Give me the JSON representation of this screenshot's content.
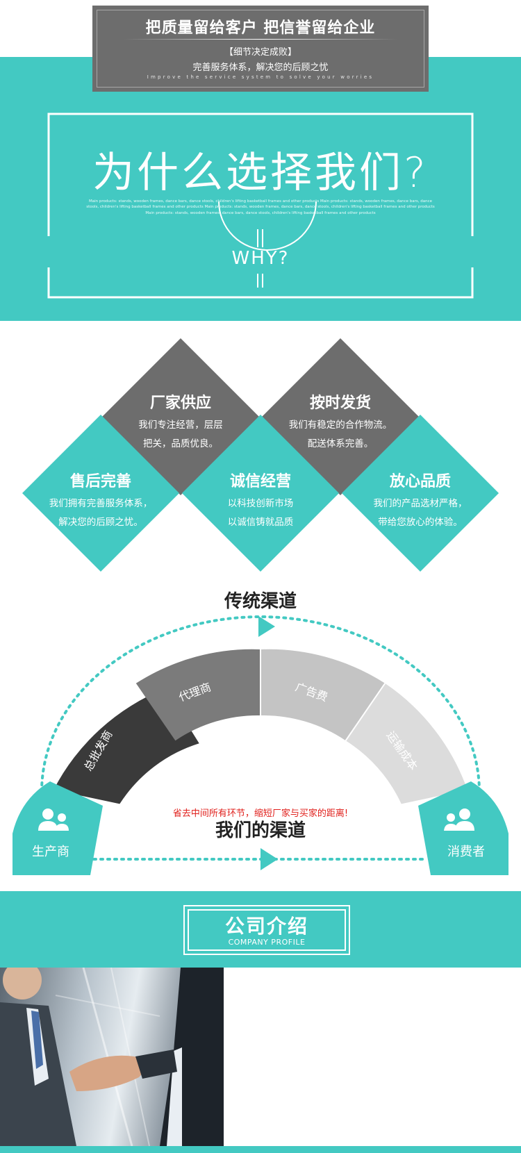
{
  "header": {
    "title": "把质量留给客户 把信誉留给企业",
    "subtitle": "【细节决定成败】",
    "slogan": "完善服务体系，解决您的后顾之忧",
    "slogan_en": "Improve the service system to solve your worries"
  },
  "why": {
    "title": "为什么选择我们?",
    "small_text": "Main products: stands, wooden frames, dance bars, dance stools, children's lifting basketball frames and other products Main products: stands, wooden frames, dance bars, dance stools, children's lifting basketball frames and other products Main products: stands, wooden frames, dance bars, dance stools, children's lifting basketball frames and other products Main products: stands, wooden frames, dance bars, dance stools, children's lifting basketball frames and other products",
    "word": "WHY?"
  },
  "features": [
    {
      "title": "厂家供应",
      "line1": "我们专注经营，层层",
      "line2": "把关，品质优良。",
      "color": "#6d6d6d"
    },
    {
      "title": "按时发货",
      "line1": "我们有稳定的合作物流。",
      "line2": "配送体系完善。",
      "color": "#6d6d6d"
    },
    {
      "title": "售后完善",
      "line1": "我们拥有完善服务体系，",
      "line2": "解决您的后顾之忧。",
      "color": "#43c9c2"
    },
    {
      "title": "诚信经营",
      "line1": "以科技创新市场",
      "line2": "以诚信铸就品质",
      "color": "#43c9c2"
    },
    {
      "title": "放心品质",
      "line1": "我们的产品选材严格，",
      "line2": "带给您放心的体验。",
      "color": "#43c9c2"
    }
  ],
  "channels": {
    "traditional_title": "传统渠道",
    "our_title": "我们的渠道",
    "note": "省去中间所有环节，缩短厂家与买家的距离!",
    "segments": [
      {
        "label": "总批发商",
        "color": "#3a3a3a"
      },
      {
        "label": "代理商",
        "color": "#7b7b7b"
      },
      {
        "label": "广告费",
        "color": "#c4c4c4"
      },
      {
        "label": "运输成本",
        "color": "#dcdcdc"
      }
    ],
    "producer": "生产商",
    "consumer": "消费者",
    "accent": "#43c9c2"
  },
  "intro": {
    "title": "公司介绍",
    "title_en": "COMPANY PROFILE"
  }
}
